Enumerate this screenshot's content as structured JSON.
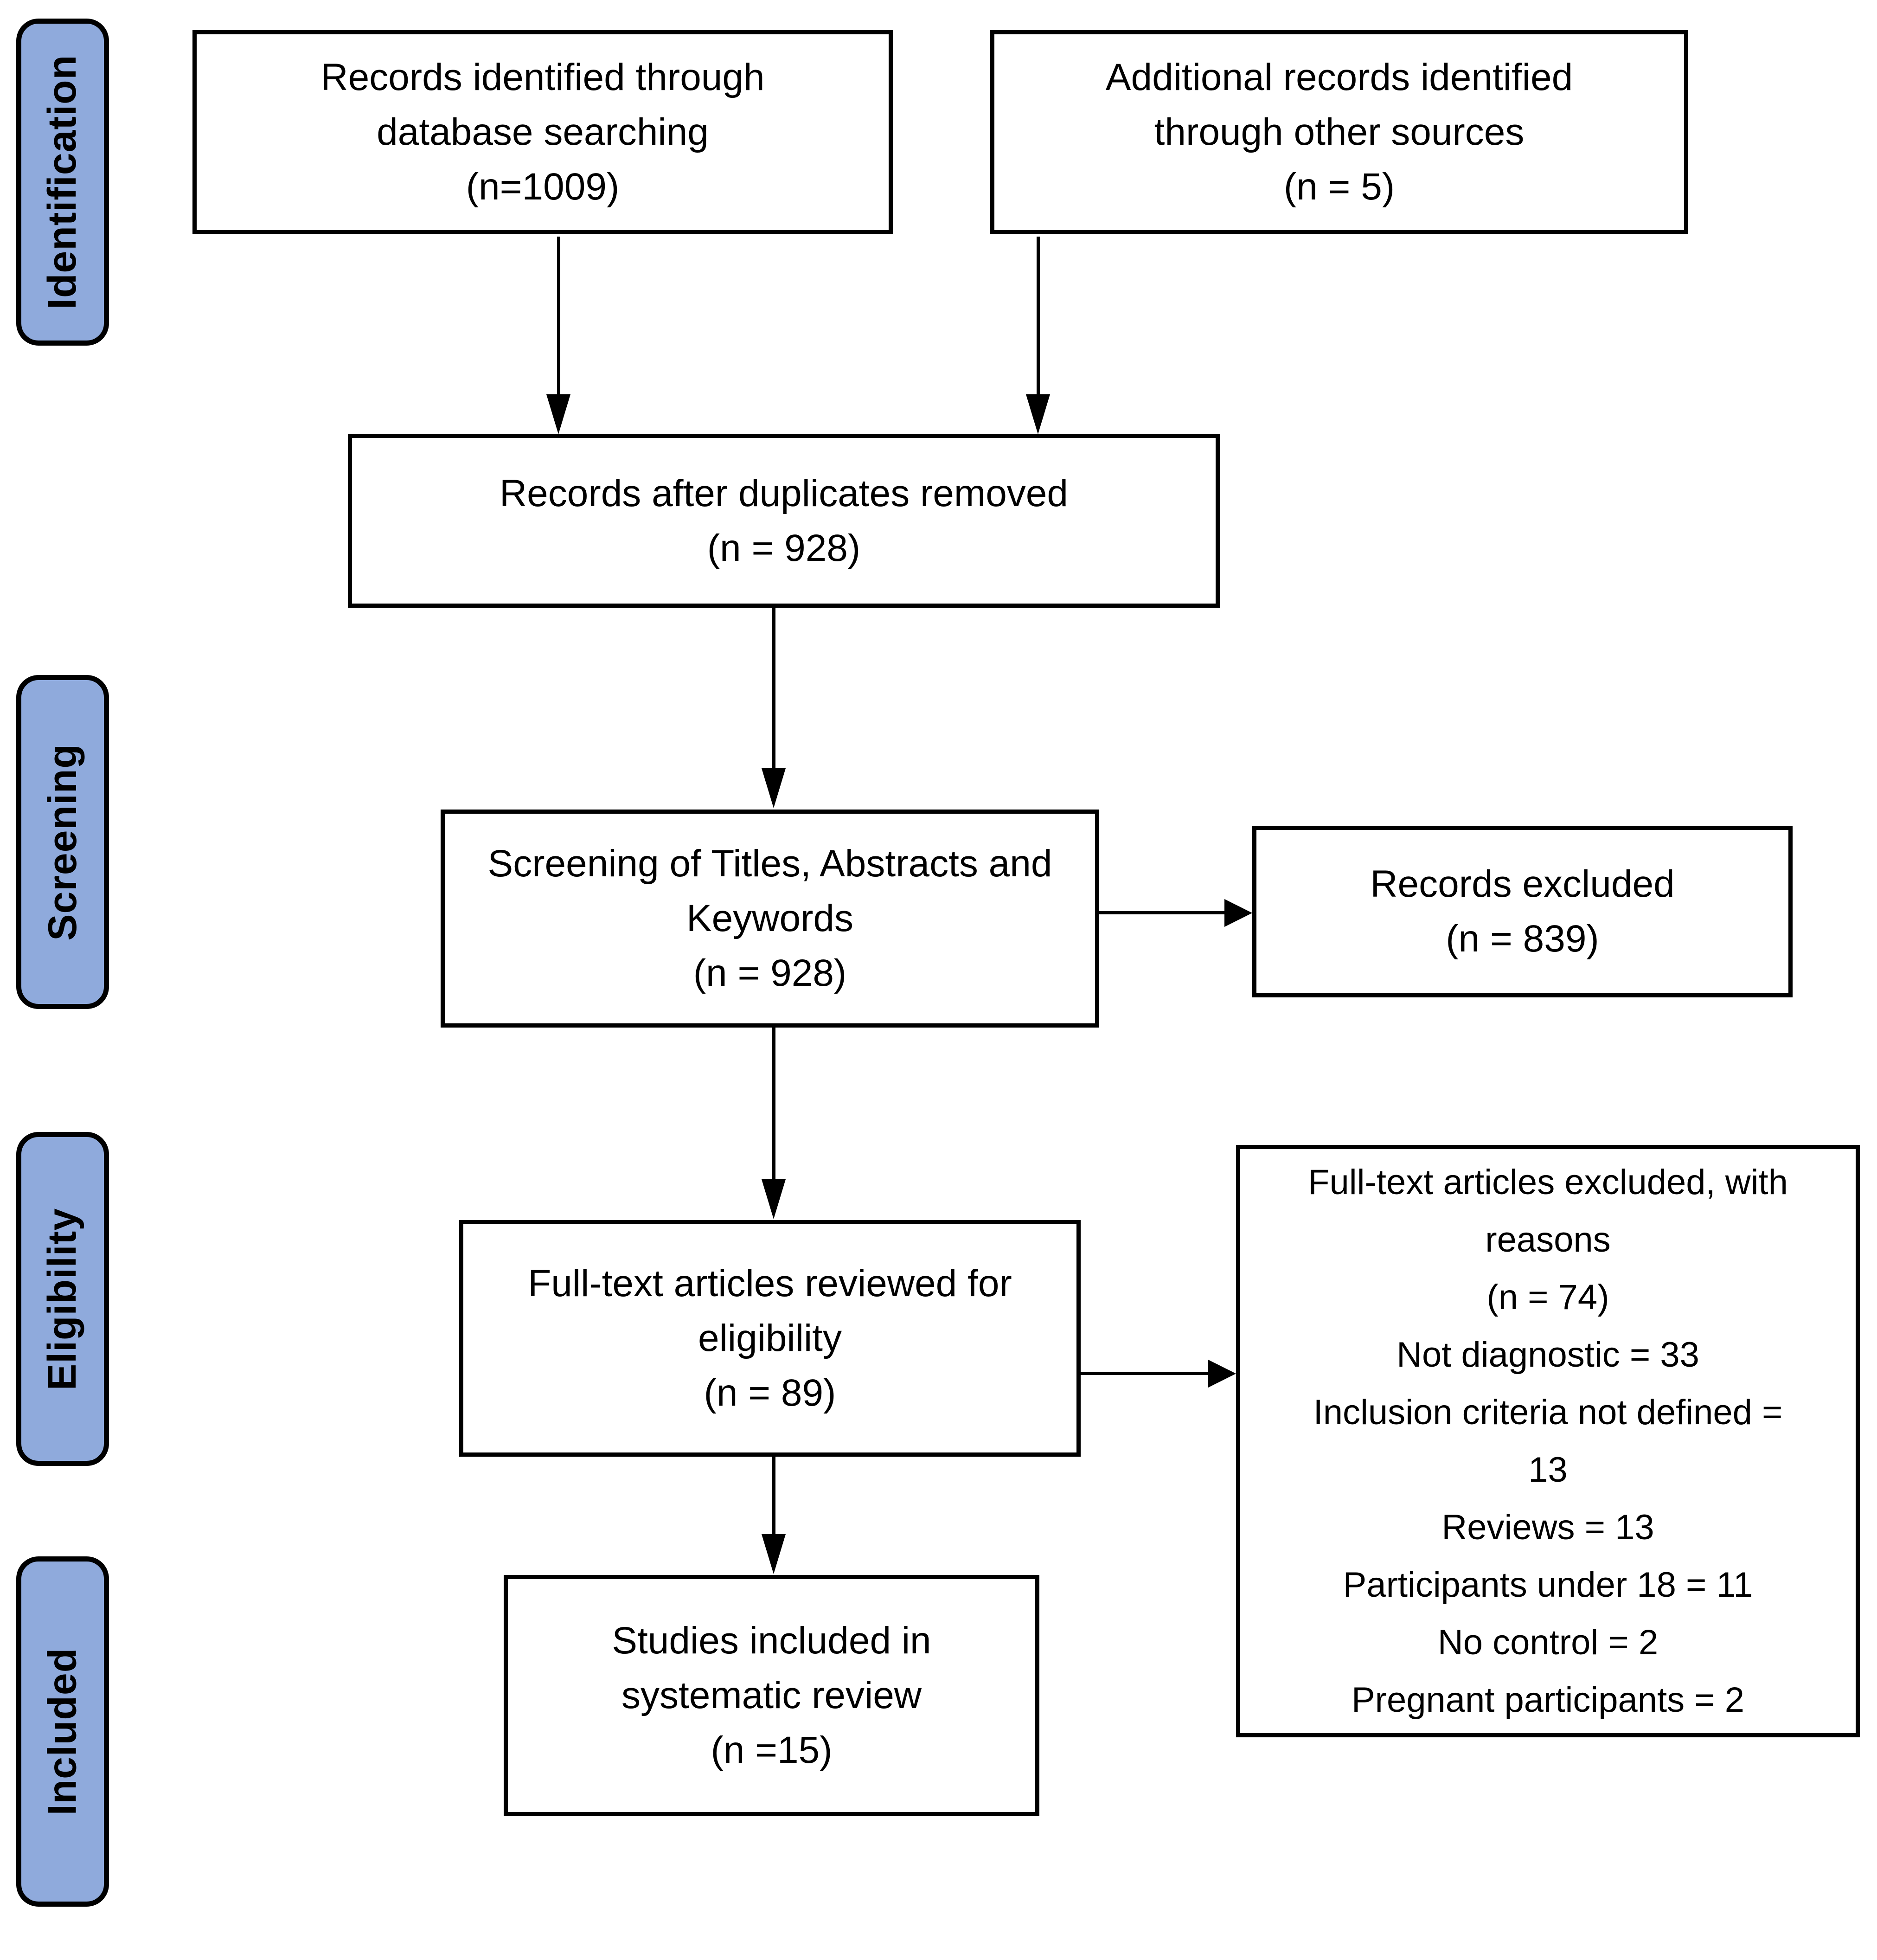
{
  "stages": {
    "identification": {
      "label": "Identification"
    },
    "screening": {
      "label": "Screening"
    },
    "eligibility": {
      "label": "Eligibility"
    },
    "included": {
      "label": "Included"
    }
  },
  "boxes": {
    "records_identified": {
      "lines": [
        "Records identified through",
        "database searching",
        "(n=1009)"
      ]
    },
    "additional_records": {
      "lines": [
        "Additional records identified",
        "through other sources",
        "(n = 5)"
      ]
    },
    "after_duplicates": {
      "lines": [
        "Records after duplicates removed",
        "(n = 928)"
      ]
    },
    "screening_titles": {
      "lines": [
        "Screening of Titles, Abstracts and",
        "Keywords",
        "(n = 928)"
      ]
    },
    "records_excluded": {
      "lines": [
        "Records excluded",
        "(n = 839)"
      ]
    },
    "fulltext_reviewed": {
      "lines": [
        "Full-text articles reviewed for",
        "eligibility",
        "(n = 89)"
      ]
    },
    "fulltext_excluded": {
      "lines": [
        "Full-text articles excluded, with",
        "reasons",
        "(n = 74)",
        "Not diagnostic = 33",
        "Inclusion criteria not defined =",
        "13",
        "Reviews = 13",
        "Participants under 18 = 11",
        "No control = 2",
        "Pregnant participants = 2"
      ]
    },
    "studies_included": {
      "lines": [
        "Studies included in",
        "systematic review",
        "(n =15)"
      ]
    }
  },
  "colors": {
    "stage_fill": "#8faadc",
    "border": "#000000",
    "background": "#ffffff",
    "text": "#000000"
  }
}
